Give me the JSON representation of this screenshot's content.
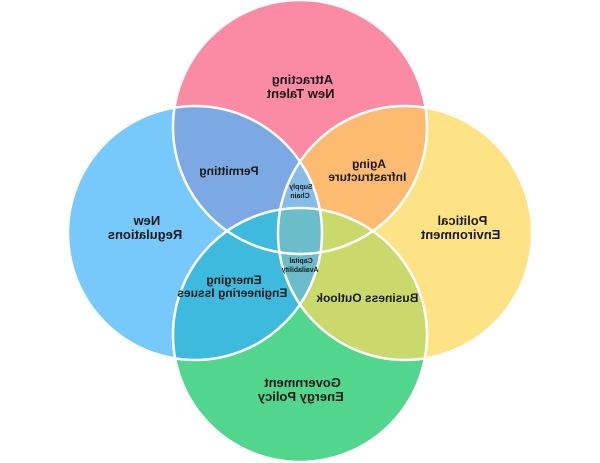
{
  "circles": [
    {
      "key": "top",
      "label_lines": [
        "Attracting",
        "New Talent"
      ],
      "color": "#fb8aa4"
    },
    {
      "key": "left",
      "label_lines": [
        "New",
        "Regulations"
      ],
      "color": "#77c8fb"
    },
    {
      "key": "right",
      "label_lines": [
        "Political",
        "Environment"
      ],
      "color": "#fde385"
    },
    {
      "key": "bottom",
      "label_lines": [
        "Government",
        "Energy Policy"
      ],
      "color": "#52d68d"
    }
  ],
  "overlaps": [
    {
      "key": "top-left",
      "label_lines": [
        "Permitting"
      ],
      "color": "#7ca8e3"
    },
    {
      "key": "top-right",
      "label_lines": [
        "Aging",
        "Infrastructure"
      ],
      "color": "#fdbb72"
    },
    {
      "key": "left-bottom",
      "label_lines": [
        "Emerging",
        "Engineering Issues"
      ],
      "color": "#3fbadf"
    },
    {
      "key": "right-bottom",
      "label_lines": [
        "Business Outlook"
      ],
      "color": "#c9d96c"
    },
    {
      "key": "top-left-right",
      "label_lines": [
        "Supply",
        "Chain"
      ],
      "color": "#85bde7"
    },
    {
      "key": "left-right-bottom",
      "label_lines": [
        "Capital",
        "Availability"
      ],
      "color": "#6bbec9"
    }
  ]
}
